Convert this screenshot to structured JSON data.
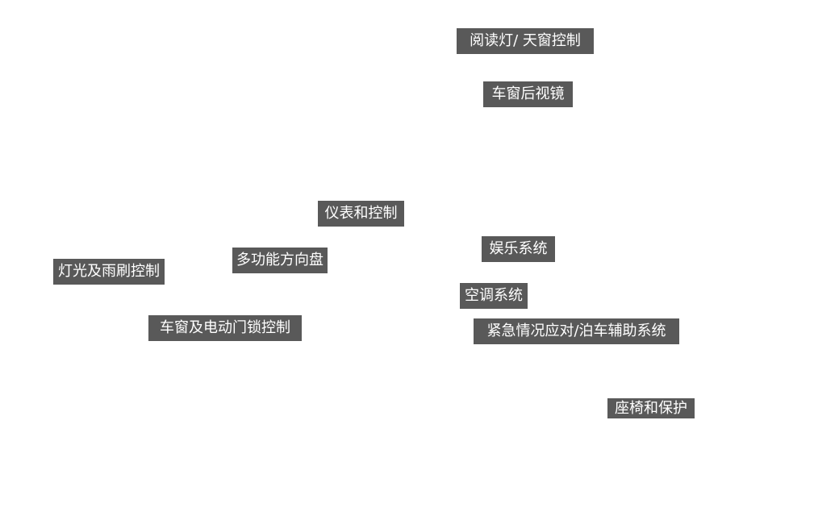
{
  "hotspots": [
    {
      "id": "reading",
      "label": "阅读灯/ 天窗控制"
    },
    {
      "id": "mirror",
      "label": "车窗后视镜"
    },
    {
      "id": "gauges",
      "label": "仪表和控制"
    },
    {
      "id": "media",
      "label": "娱乐系统"
    },
    {
      "id": "wheel",
      "label": "多功能方向盘"
    },
    {
      "id": "lights",
      "label": "灯光及雨刷控制"
    },
    {
      "id": "ac",
      "label": "空调系统"
    },
    {
      "id": "doors",
      "label": "车窗及电动门锁控制"
    },
    {
      "id": "emergency",
      "label": "紧急情况应对/泊车辅助系统"
    },
    {
      "id": "seats",
      "label": "座椅和保护"
    }
  ],
  "colors": {
    "label_bg": "#595959",
    "label_text": "#ffffff",
    "page_bg": "#ffffff"
  }
}
